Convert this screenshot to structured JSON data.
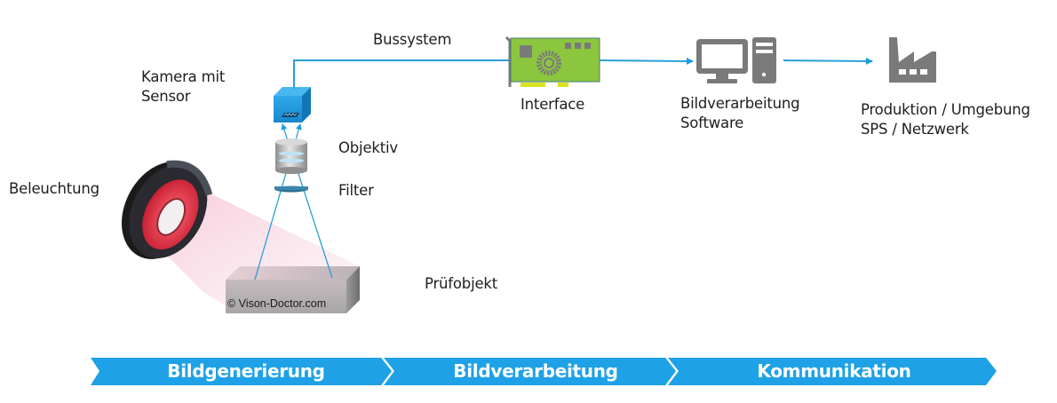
{
  "diagram": {
    "components": {
      "lighting": {
        "label": "Beleuchtung"
      },
      "camera": {
        "label_line1": "Kamera mit",
        "label_line2": "Sensor"
      },
      "lens": {
        "label": "Objektiv"
      },
      "filter": {
        "label": "Filter"
      },
      "test_object": {
        "label": "Prüfobjekt",
        "watermark": "© Vison-Doctor.com"
      },
      "bus": {
        "label": "Bussystem"
      },
      "interface": {
        "label": "Interface"
      },
      "software": {
        "label_line1": "Bildverarbeitung",
        "label_line2": "Software"
      },
      "production": {
        "label_line1": "Produktion / Umgebung",
        "label_line2": "SPS / Netzwerk"
      }
    },
    "process_stages": [
      {
        "label": "Bildgenerierung"
      },
      {
        "label": "Bildverarbeitung"
      },
      {
        "label": "Kommunikation"
      }
    ],
    "colors": {
      "accent_blue": "#1ea1e6",
      "line_blue": "#2a9fd6",
      "icon_gray": "#7a7a7a",
      "card_green": "#8cc63f",
      "ring_red": "#e23a4a"
    }
  }
}
